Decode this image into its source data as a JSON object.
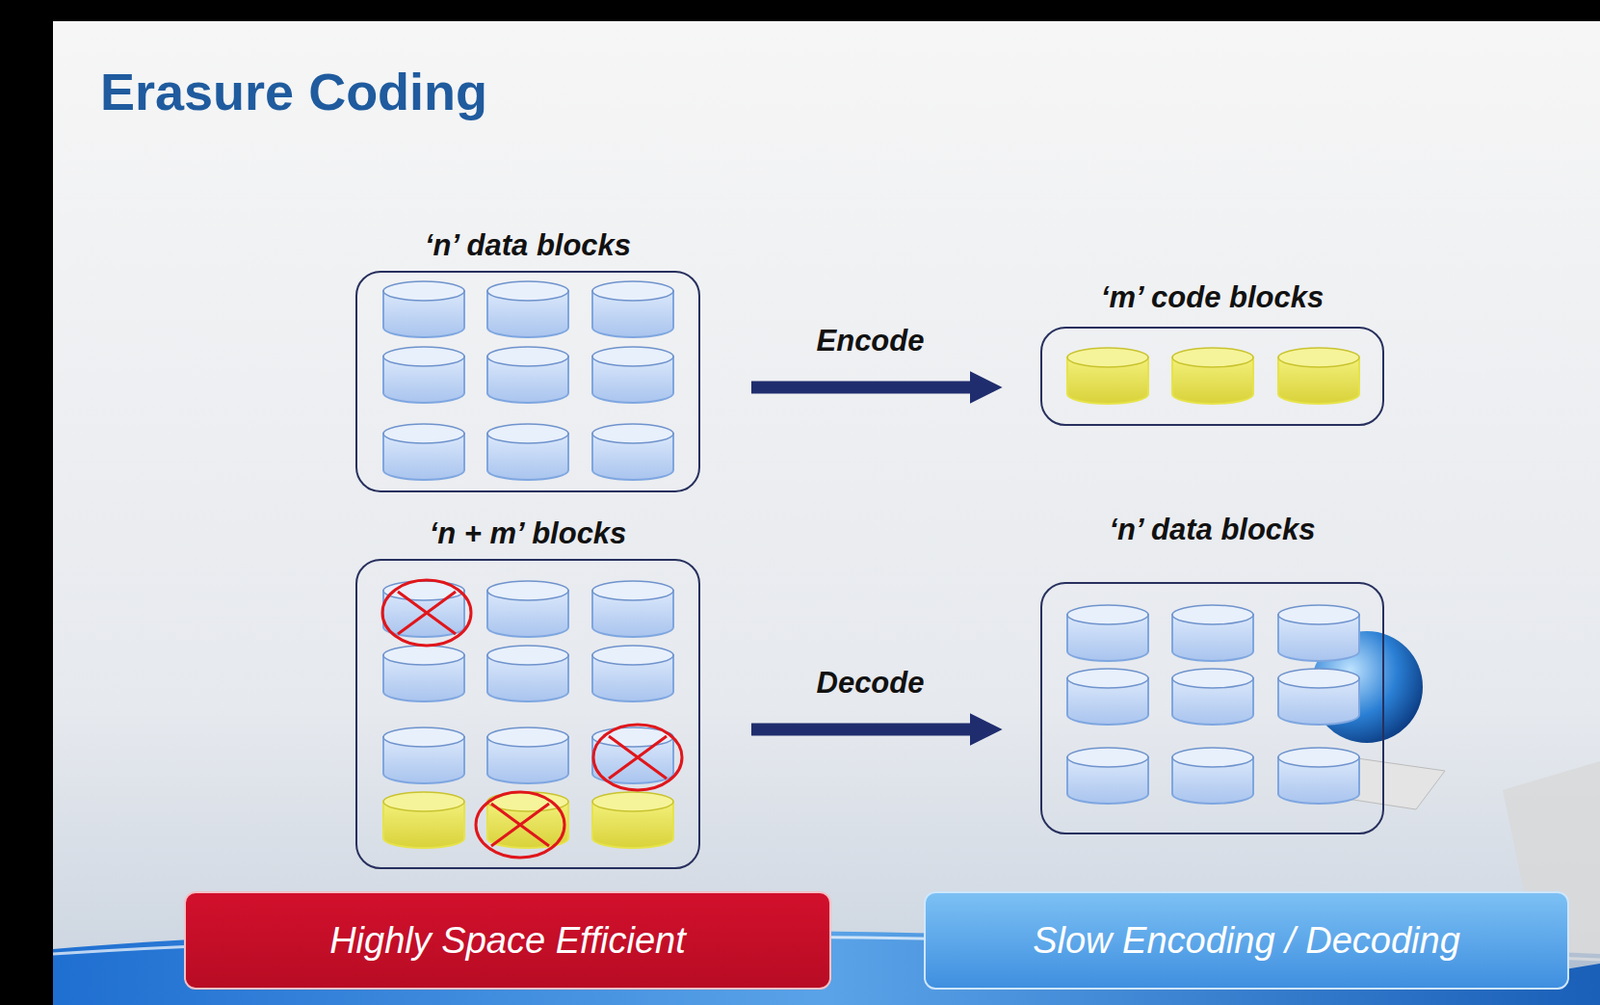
{
  "diagram": {
    "title": "Erasure Coding",
    "nodes": [
      {
        "text": [
          "‘n’ data blocks"
        ]
      },
      {
        "text": [
          "‘m’ code blocks"
        ]
      },
      {
        "text": [
          "‘n + m’ blocks"
        ]
      },
      {
        "text": [
          "‘n’ data blocks"
        ]
      },
      {
        "text": [
          "Highly Space Efficient"
        ]
      },
      {
        "text": [
          "Slow Encoding / Decoding"
        ]
      }
    ],
    "edges": [
      {
        "from": 0,
        "to": 1,
        "arrow": "to",
        "label": "Encode"
      },
      {
        "from": 2,
        "to": 3,
        "arrow": "to",
        "label": "Decode"
      }
    ]
  }
}
